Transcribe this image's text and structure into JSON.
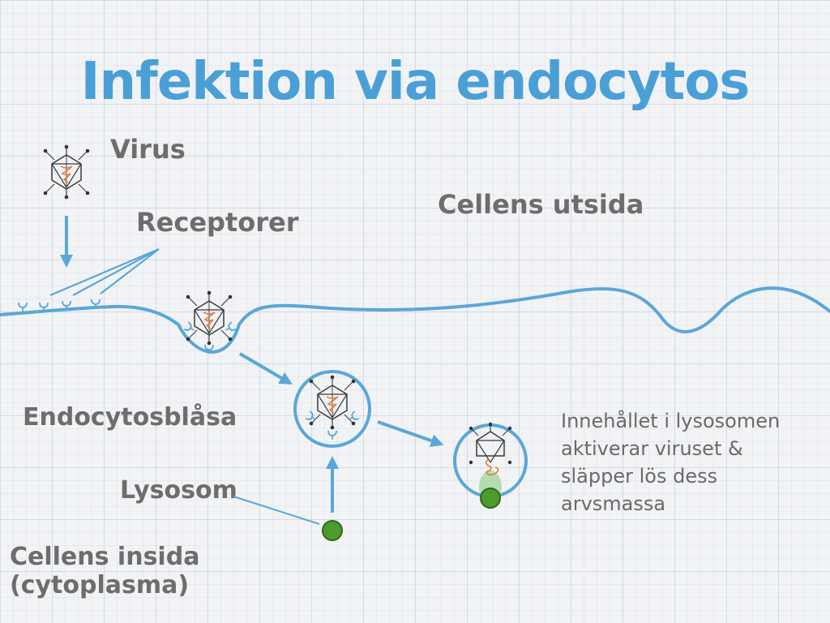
{
  "title": "Infektion via endocytos",
  "labels": {
    "virus": "Virus",
    "receptors": "Receptorer",
    "outside": "Cellens utsida",
    "vesicle": "Endocytosblåsa",
    "lysosome": "Lysosom",
    "inside_line1": "Cellens insida",
    "inside_line2": "(cytoplasma)",
    "note_line1": "Innehållet i lysosomen",
    "note_line2": "aktiverar viruset &",
    "note_line3": "släpper lös dess",
    "note_line4": "arvsmassa"
  },
  "colors": {
    "membrane": "#5aa7d8",
    "title": "#4a9fd6",
    "text": "#6d6d6d",
    "lysosome": "#4f9a2e",
    "released_contents": "#a9d8a2",
    "genetic_material": "#e07a3a"
  }
}
